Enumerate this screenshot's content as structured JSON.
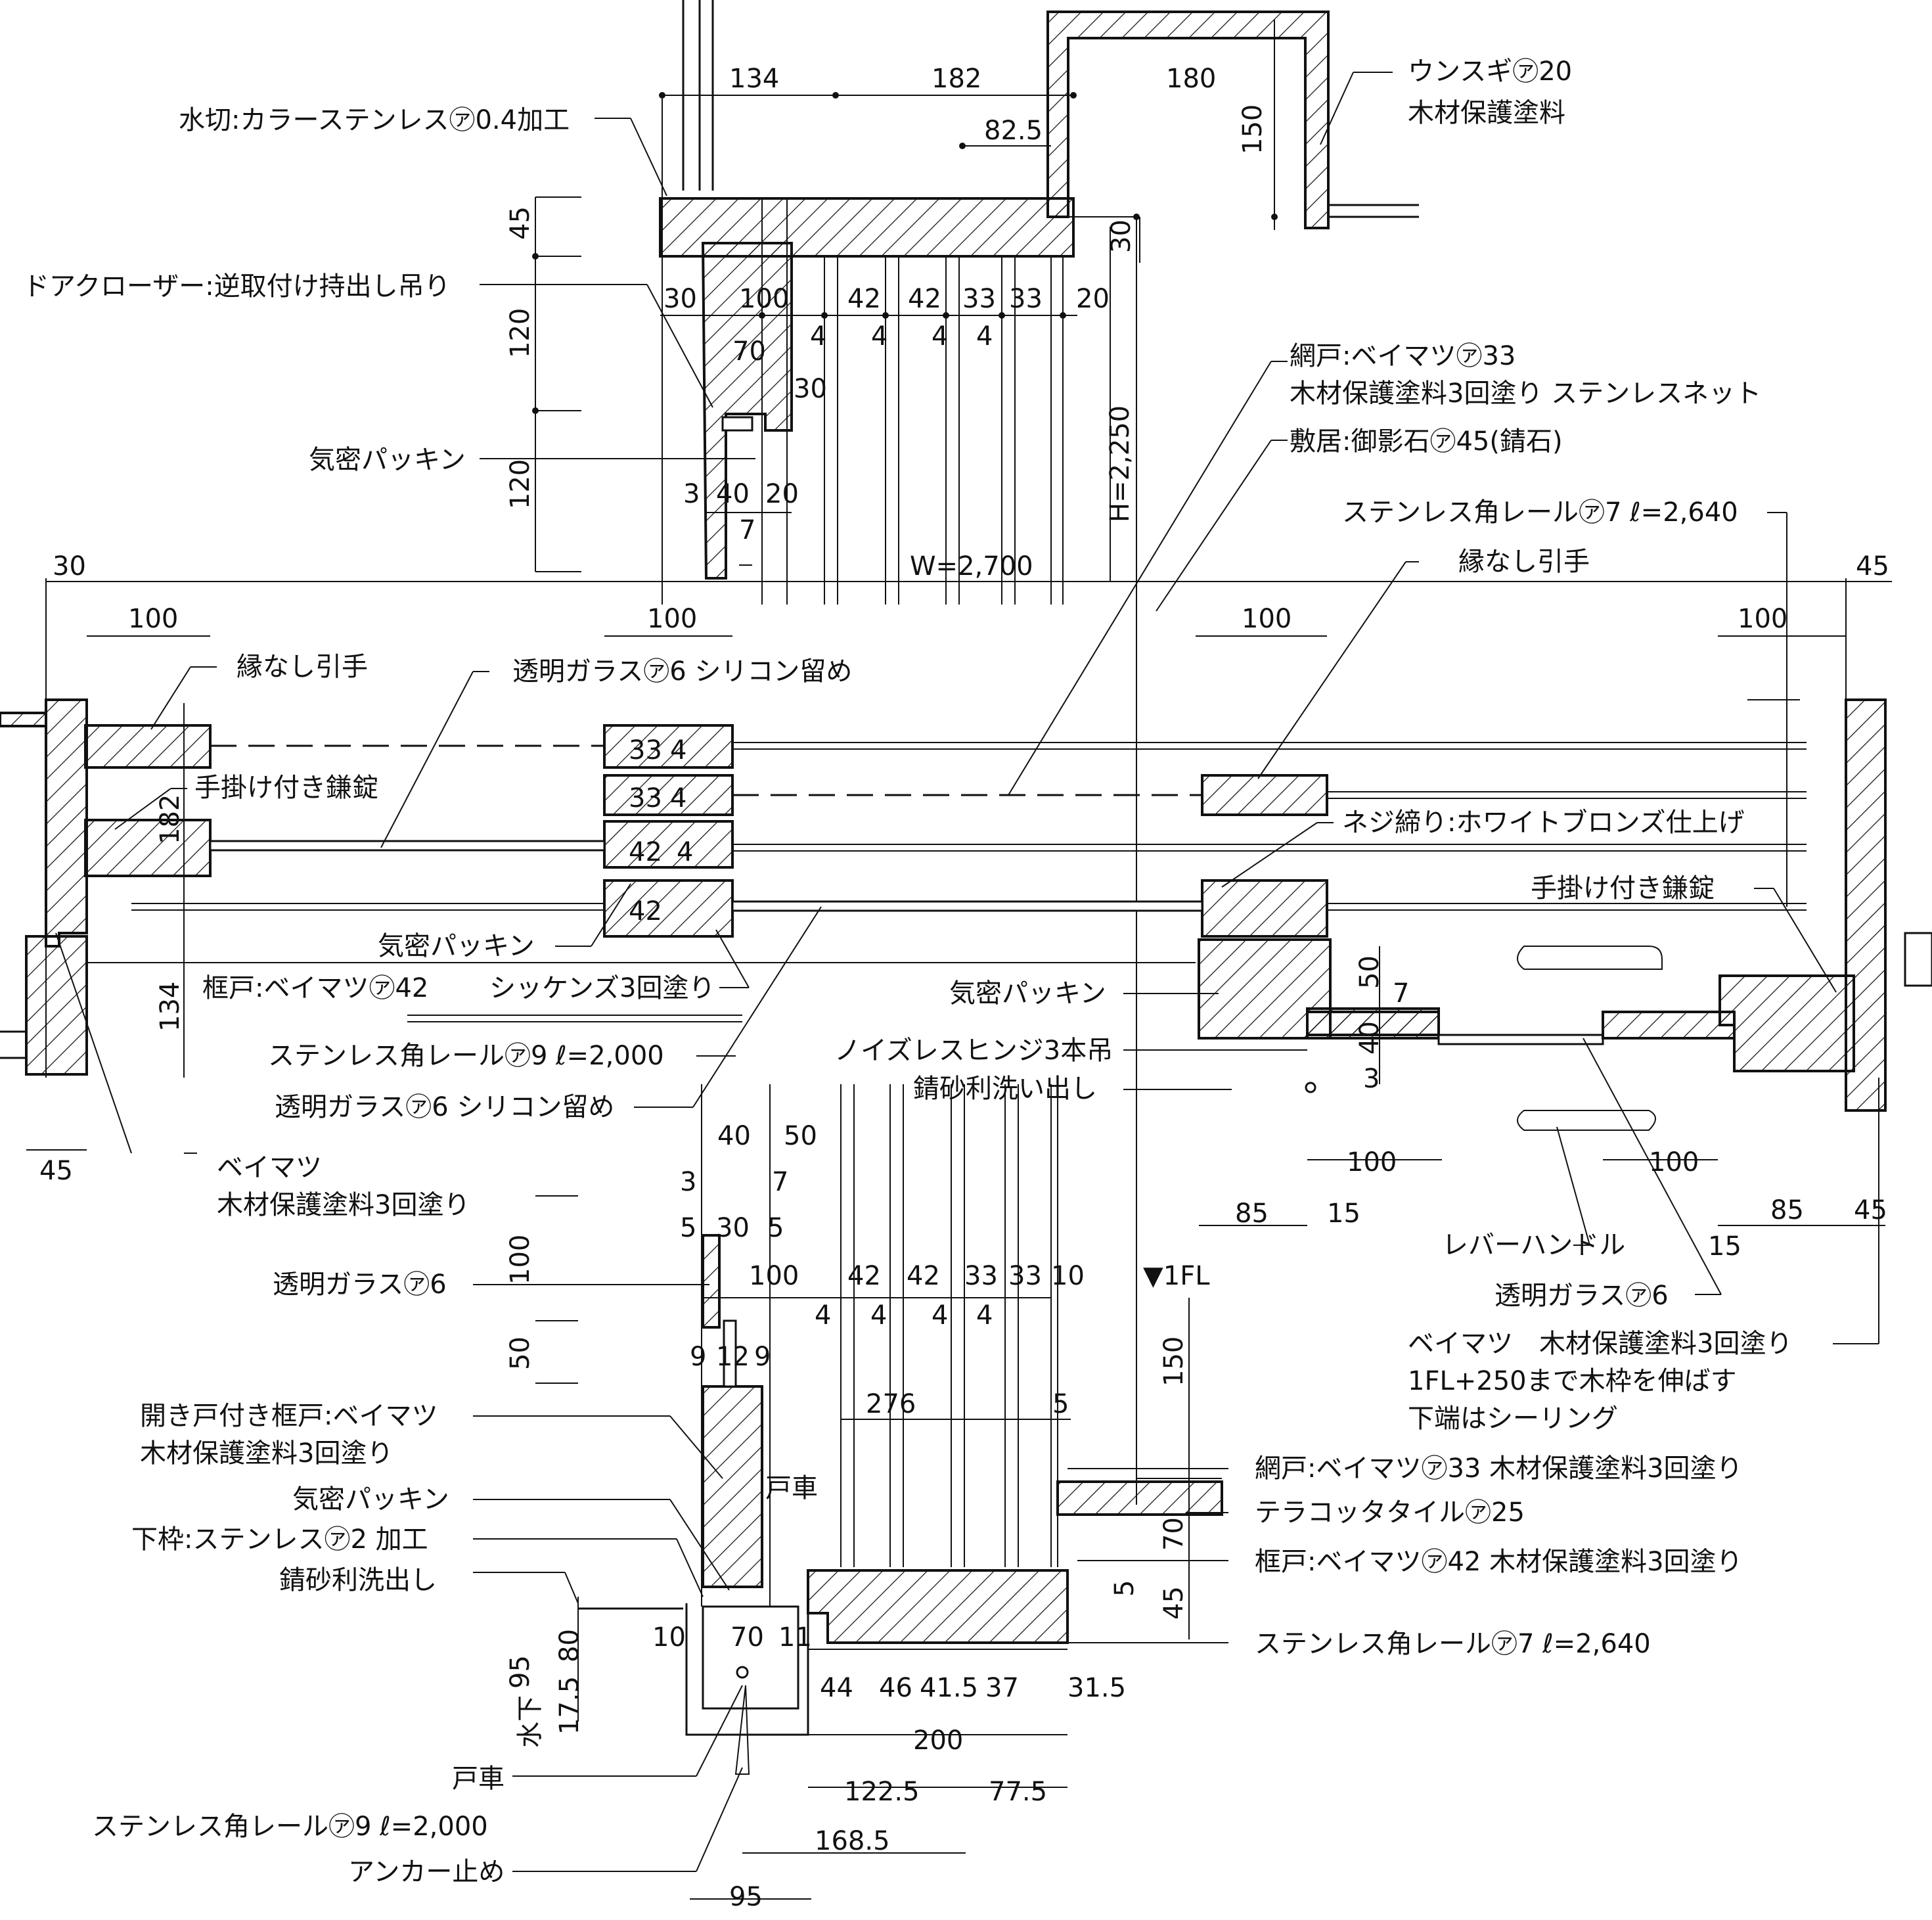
{
  "labels": {
    "mizukiri": "水切:カラーステンレス㋐0.4加工",
    "door_closer": "ドアクローザー:逆取付け持出し吊り",
    "kimitsu_top": "気密パッキン",
    "unsugi": "ウンスギ㋐20",
    "unsugi_paint": "木材保護塗料",
    "amido_top": "網戸:ベイマツ㋐33",
    "amido_top_2": "木材保護塗料3回塗り ステンレスネット",
    "shikii": "敷居:御影石㋐45(錆石)",
    "rail_7_top": "ステンレス角レール㋐7 ℓ=2,640",
    "fuchinashi_right": "縁なし引手",
    "fuchinashi_left": "縁なし引手",
    "glass_silicone_top": "透明ガラス㋐6 シリコン留め",
    "tegake_left": "手掛け付き鎌錠",
    "neji": "ネジ締り:ホワイトブロンズ仕上げ",
    "tegake_right": "手掛け付き鎌錠",
    "kimitsu_mid": "気密パッキン",
    "kamachido_mid": "框戸:ベイマツ㋐42",
    "shikkenzu": "シッケンズ3回塗り",
    "kimitsu_mid_right": "気密パッキン",
    "rail_9_mid": "ステンレス角レール㋐9 ℓ=2,000",
    "noiseless": "ノイズレスヒンジ3本吊",
    "glass_silicone_mid": "透明ガラス㋐6 シリコン留め",
    "sabi_jari_mid": "錆砂利洗い出し",
    "beimatsu_left": "ベイマツ",
    "beimatsu_left_2": "木材保護塗料3回塗り",
    "lever": "レバーハンドル",
    "glass_right": "透明ガラス㋐6",
    "glass_bottom": "透明ガラス㋐6",
    "beimatsu_right": "ベイマツ　木材保護塗料3回塗り",
    "beimatsu_right_2": "1FL+250まで木枠を伸ばす",
    "beimatsu_right_3": "下端はシーリング",
    "hiraki_kamachido": "開き戸付き框戸:ベイマツ",
    "hiraki_kamachido_2": "木材保護塗料3回塗り",
    "amido_bottom": "網戸:ベイマツ㋐33 木材保護塗料3回塗り",
    "kimitsu_bottom": "気密パッキン",
    "terracotta": "テラコッタタイル㋐25",
    "shitawaku": "下枠:ステンレス㋐2 加工",
    "kamachido_bottom": "框戸:ベイマツ㋐42 木材保護塗料3回塗り",
    "sabi_jari_bottom": "錆砂利洗出し",
    "rail_7_bottom": "ステンレス角レール㋐7 ℓ=2,640",
    "tosha_mid": "戸車",
    "tosha_bottom": "戸車",
    "rail_9_bottom": "ステンレス角レール㋐9 ℓ=2,000",
    "anchor": "アンカー止め",
    "fl": "▼1FL",
    "mizushita": "水下",
    "w": "W=2,700",
    "h": "H=2,250"
  },
  "dims": {
    "d134": "134",
    "d182": "182",
    "d180": "180",
    "d825": "82.5",
    "d150a": "150",
    "d45a": "45",
    "d120a": "120",
    "d120b": "120",
    "d30a": "30",
    "d30b": "30",
    "d100a": "100",
    "d42a": "42",
    "d42b": "42",
    "d33a": "33",
    "d33b": "33",
    "d20a": "20",
    "d4a": "4",
    "d4b": "4",
    "d4c": "4",
    "d4d": "4",
    "d70a": "70",
    "d30c": "30",
    "d3a": "3",
    "d40a": "40",
    "d20b": "20",
    "d7a": "7",
    "d30d": "30",
    "d100b": "100",
    "d100c": "100",
    "d100d": "100",
    "d100e": "100",
    "d45b": "45",
    "d33c": "33",
    "d4e": "4",
    "d33d": "33",
    "d4f": "4",
    "d182b": "182",
    "d42c": "42",
    "d4g": "4",
    "d42d": "42",
    "d134b": "134",
    "d45c": "45",
    "d50a": "50",
    "d7b": "7",
    "d40b": "40",
    "d3b": "3",
    "d100f": "100",
    "d100g": "100",
    "d85a": "85",
    "d15a": "15",
    "d85b": "85",
    "d15b": "15",
    "d45d": "45",
    "d40c": "40",
    "d50b": "50",
    "d3c": "3",
    "d7c": "7",
    "d5a": "5",
    "d30e": "30",
    "d5b": "5",
    "d100h": "100",
    "d50c": "50",
    "d100i": "100",
    "d42e": "42",
    "d42f": "42",
    "d33e": "33",
    "d33f": "33",
    "d10a": "10",
    "d4h": "4",
    "d4i": "4",
    "d4j": "4",
    "d4k": "4",
    "d9a": "9",
    "d12": "12",
    "d9b": "9",
    "d276": "276",
    "d5c": "5",
    "d150b": "150",
    "d70b": "70",
    "d5d": "5",
    "d45e": "45",
    "d10b": "10",
    "d70c": "70",
    "d11": "11",
    "d80": "80",
    "d95a": "95",
    "d175": "17.5",
    "d44": "44",
    "d46": "46",
    "d415": "41.5",
    "d37": "37",
    "d315": "31.5",
    "d200": "200",
    "d1225": "122.5",
    "d775": "77.5",
    "d1685": "168.5",
    "d95b": "95"
  }
}
